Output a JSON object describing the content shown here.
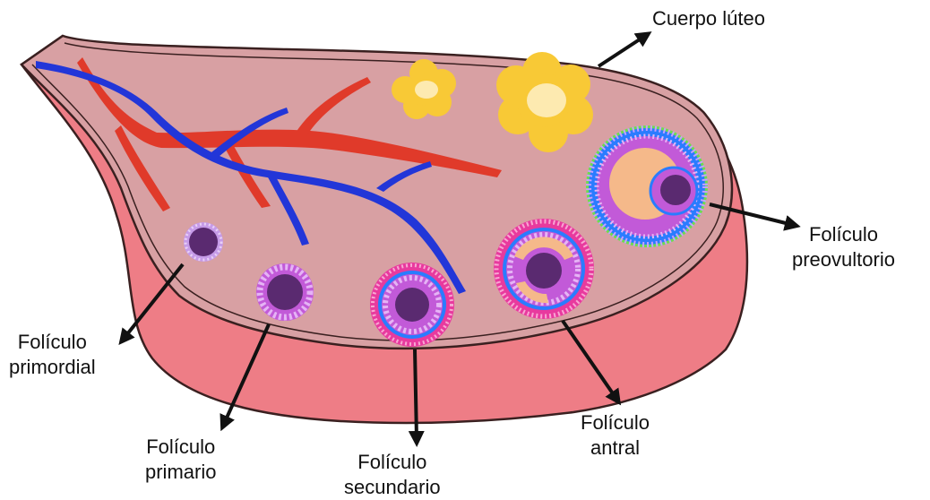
{
  "labels": {
    "cuerpo_luteo": "Cuerpo lúteo",
    "preovultorio": [
      "Folículo",
      "preovultorio"
    ],
    "primordial": [
      "Folículo",
      "primordial"
    ],
    "primario": [
      "Folículo",
      "primario"
    ],
    "secundario": [
      "Folículo",
      "secundario"
    ],
    "antral": [
      "Folículo",
      "antral"
    ]
  },
  "colors": {
    "ovary_top": "#d8a0a3",
    "ovary_side": "#ee7d86",
    "artery": "#e03a2a",
    "vein": "#2236d8",
    "oocyte": "#5a2a70",
    "granulosa": "#c25ad8",
    "theca": "#2a7cff",
    "antrum": "#f5b98a",
    "corpus_luteum": "#f8c936",
    "preovulatory_rim": "#6ddc4f",
    "arrow": "#111111"
  }
}
